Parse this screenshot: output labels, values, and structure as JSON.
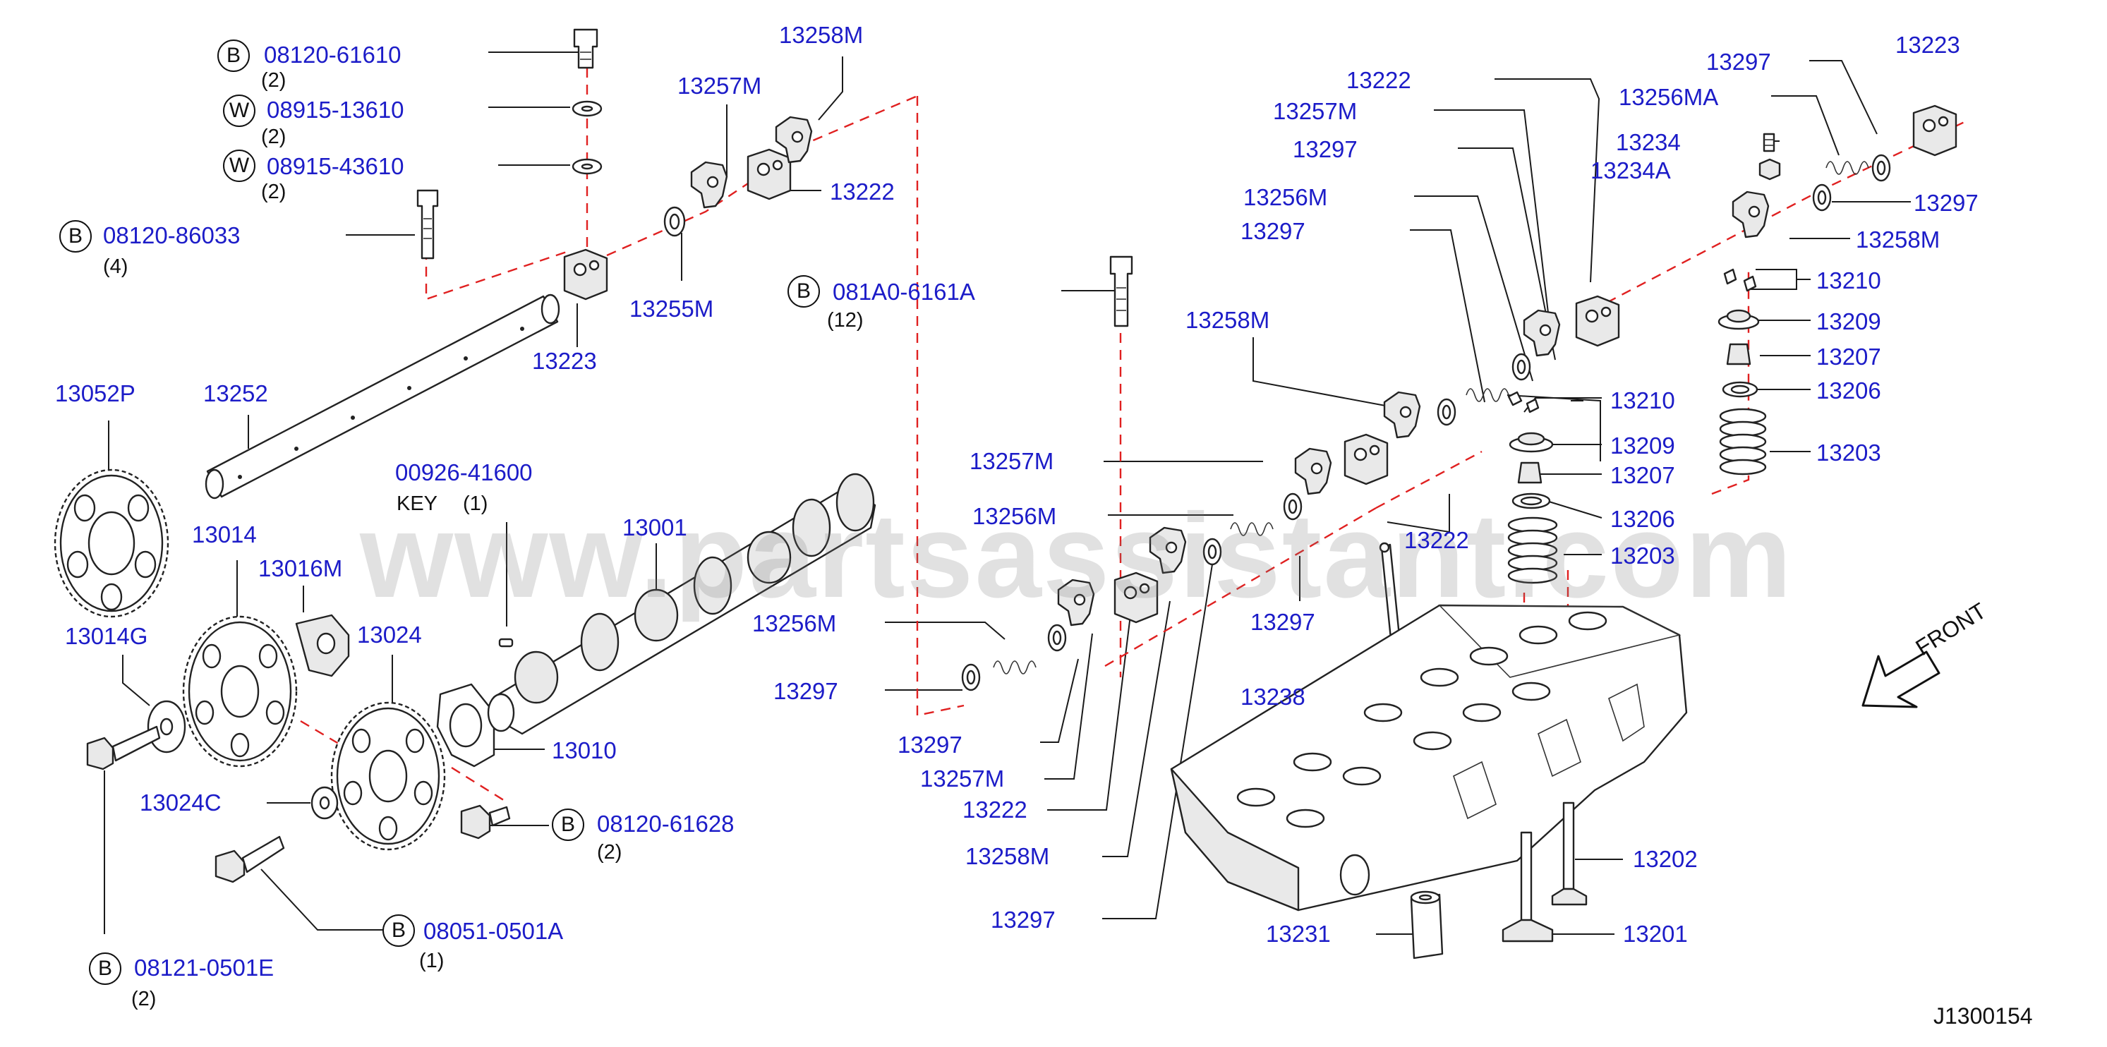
{
  "watermark": "www.partsassistant.com",
  "diagram_id": "J1300154",
  "front_label": "FRONT",
  "key_label": "KEY",
  "callouts": {
    "b_08120_61610": {
      "letter": "B",
      "part": "08120-61610",
      "qty": "(2)"
    },
    "w_08915_13610": {
      "letter": "W",
      "part": "08915-13610",
      "qty": "(2)"
    },
    "w_08915_43610": {
      "letter": "W",
      "part": "08915-43610",
      "qty": "(2)"
    },
    "b_08120_86033": {
      "letter": "B",
      "part": "08120-86033",
      "qty": "(4)"
    },
    "b_081a0_6161a": {
      "letter": "B",
      "part": "081A0-6161A",
      "qty": "(12)"
    },
    "b_08120_61628": {
      "letter": "B",
      "part": "08120-61628",
      "qty": "(2)"
    },
    "b_08051_0501a": {
      "letter": "B",
      "part": "08051-0501A",
      "qty": "(1)"
    },
    "b_08121_0501e": {
      "letter": "B",
      "part": "08121-0501E",
      "qty": "(2)"
    },
    "key_00926_41600": {
      "part": "00926-41600",
      "qty": "(1)"
    }
  },
  "labels": {
    "l13258m_a": "13258M",
    "l13257m_a": "13257M",
    "l13222_a": "13222",
    "l13255m": "13255M",
    "l13223_a": "13223",
    "l13252": "13252",
    "l13052p": "13052P",
    "l13014": "13014",
    "l13016m": "13016M",
    "l13014g": "13014G",
    "l13024": "13024",
    "l13001": "13001",
    "l13010": "13010",
    "l13024c": "13024C",
    "l13222_b": "13222",
    "l13257m_b": "13257M",
    "l13297_a": "13297",
    "l13256m_a": "13256M",
    "l13297_b": "13297",
    "l13258m_b": "13258M",
    "l13257m_c": "13257M",
    "l13256m_b": "13256M",
    "l13256m_c": "13256M",
    "l13297_c": "13297",
    "l13297_d": "13297",
    "l13257m_d": "13257M",
    "l13222_c": "13222",
    "l13258m_c": "13258M",
    "l13297_e": "13297",
    "l13222_d": "13222",
    "l13297_f": "13297",
    "l13238": "13238",
    "l13231": "13231",
    "l13202": "13202",
    "l13201": "13201",
    "l13297_g": "13297",
    "l13223_b": "13223",
    "l13256ma": "13256MA",
    "l13234": "13234",
    "l13234a": "13234A",
    "l13297_h": "13297",
    "l13258m_d": "13258M",
    "l13210_a": "13210",
    "l13209_a": "13209",
    "l13207_a": "13207",
    "l13206_a": "13206",
    "l13203_a": "13203",
    "l13210_b": "13210",
    "l13209_b": "13209",
    "l13207_b": "13207",
    "l13206_b": "13206",
    "l13203_b": "13203"
  }
}
